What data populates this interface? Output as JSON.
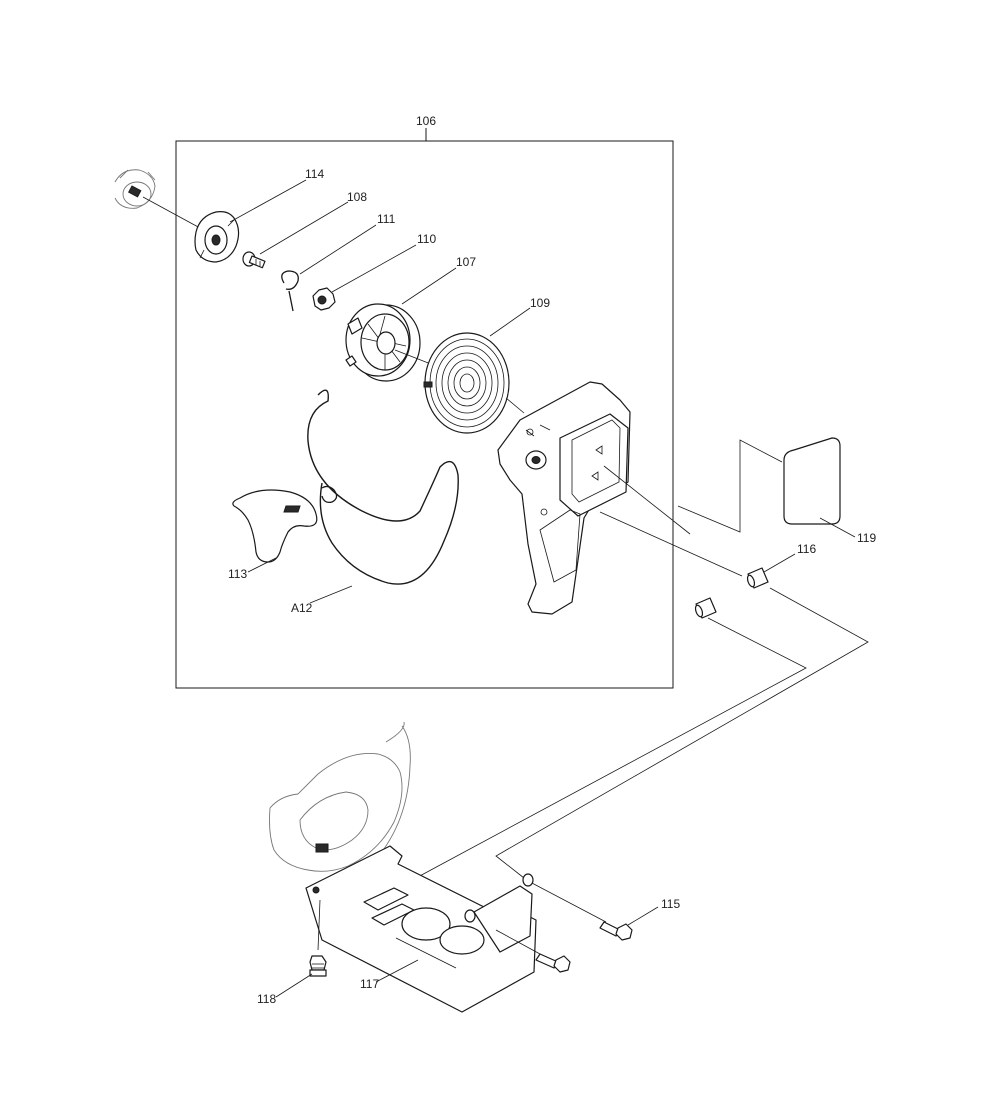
{
  "parts": {
    "p106": "106",
    "p114": "114",
    "p108": "108",
    "p111": "111",
    "p110": "110",
    "p107": "107",
    "p109": "109",
    "p113": "113",
    "pA12": "A12",
    "p119": "119",
    "p116": "116",
    "p115": "115",
    "p118": "118",
    "p117": "117"
  }
}
